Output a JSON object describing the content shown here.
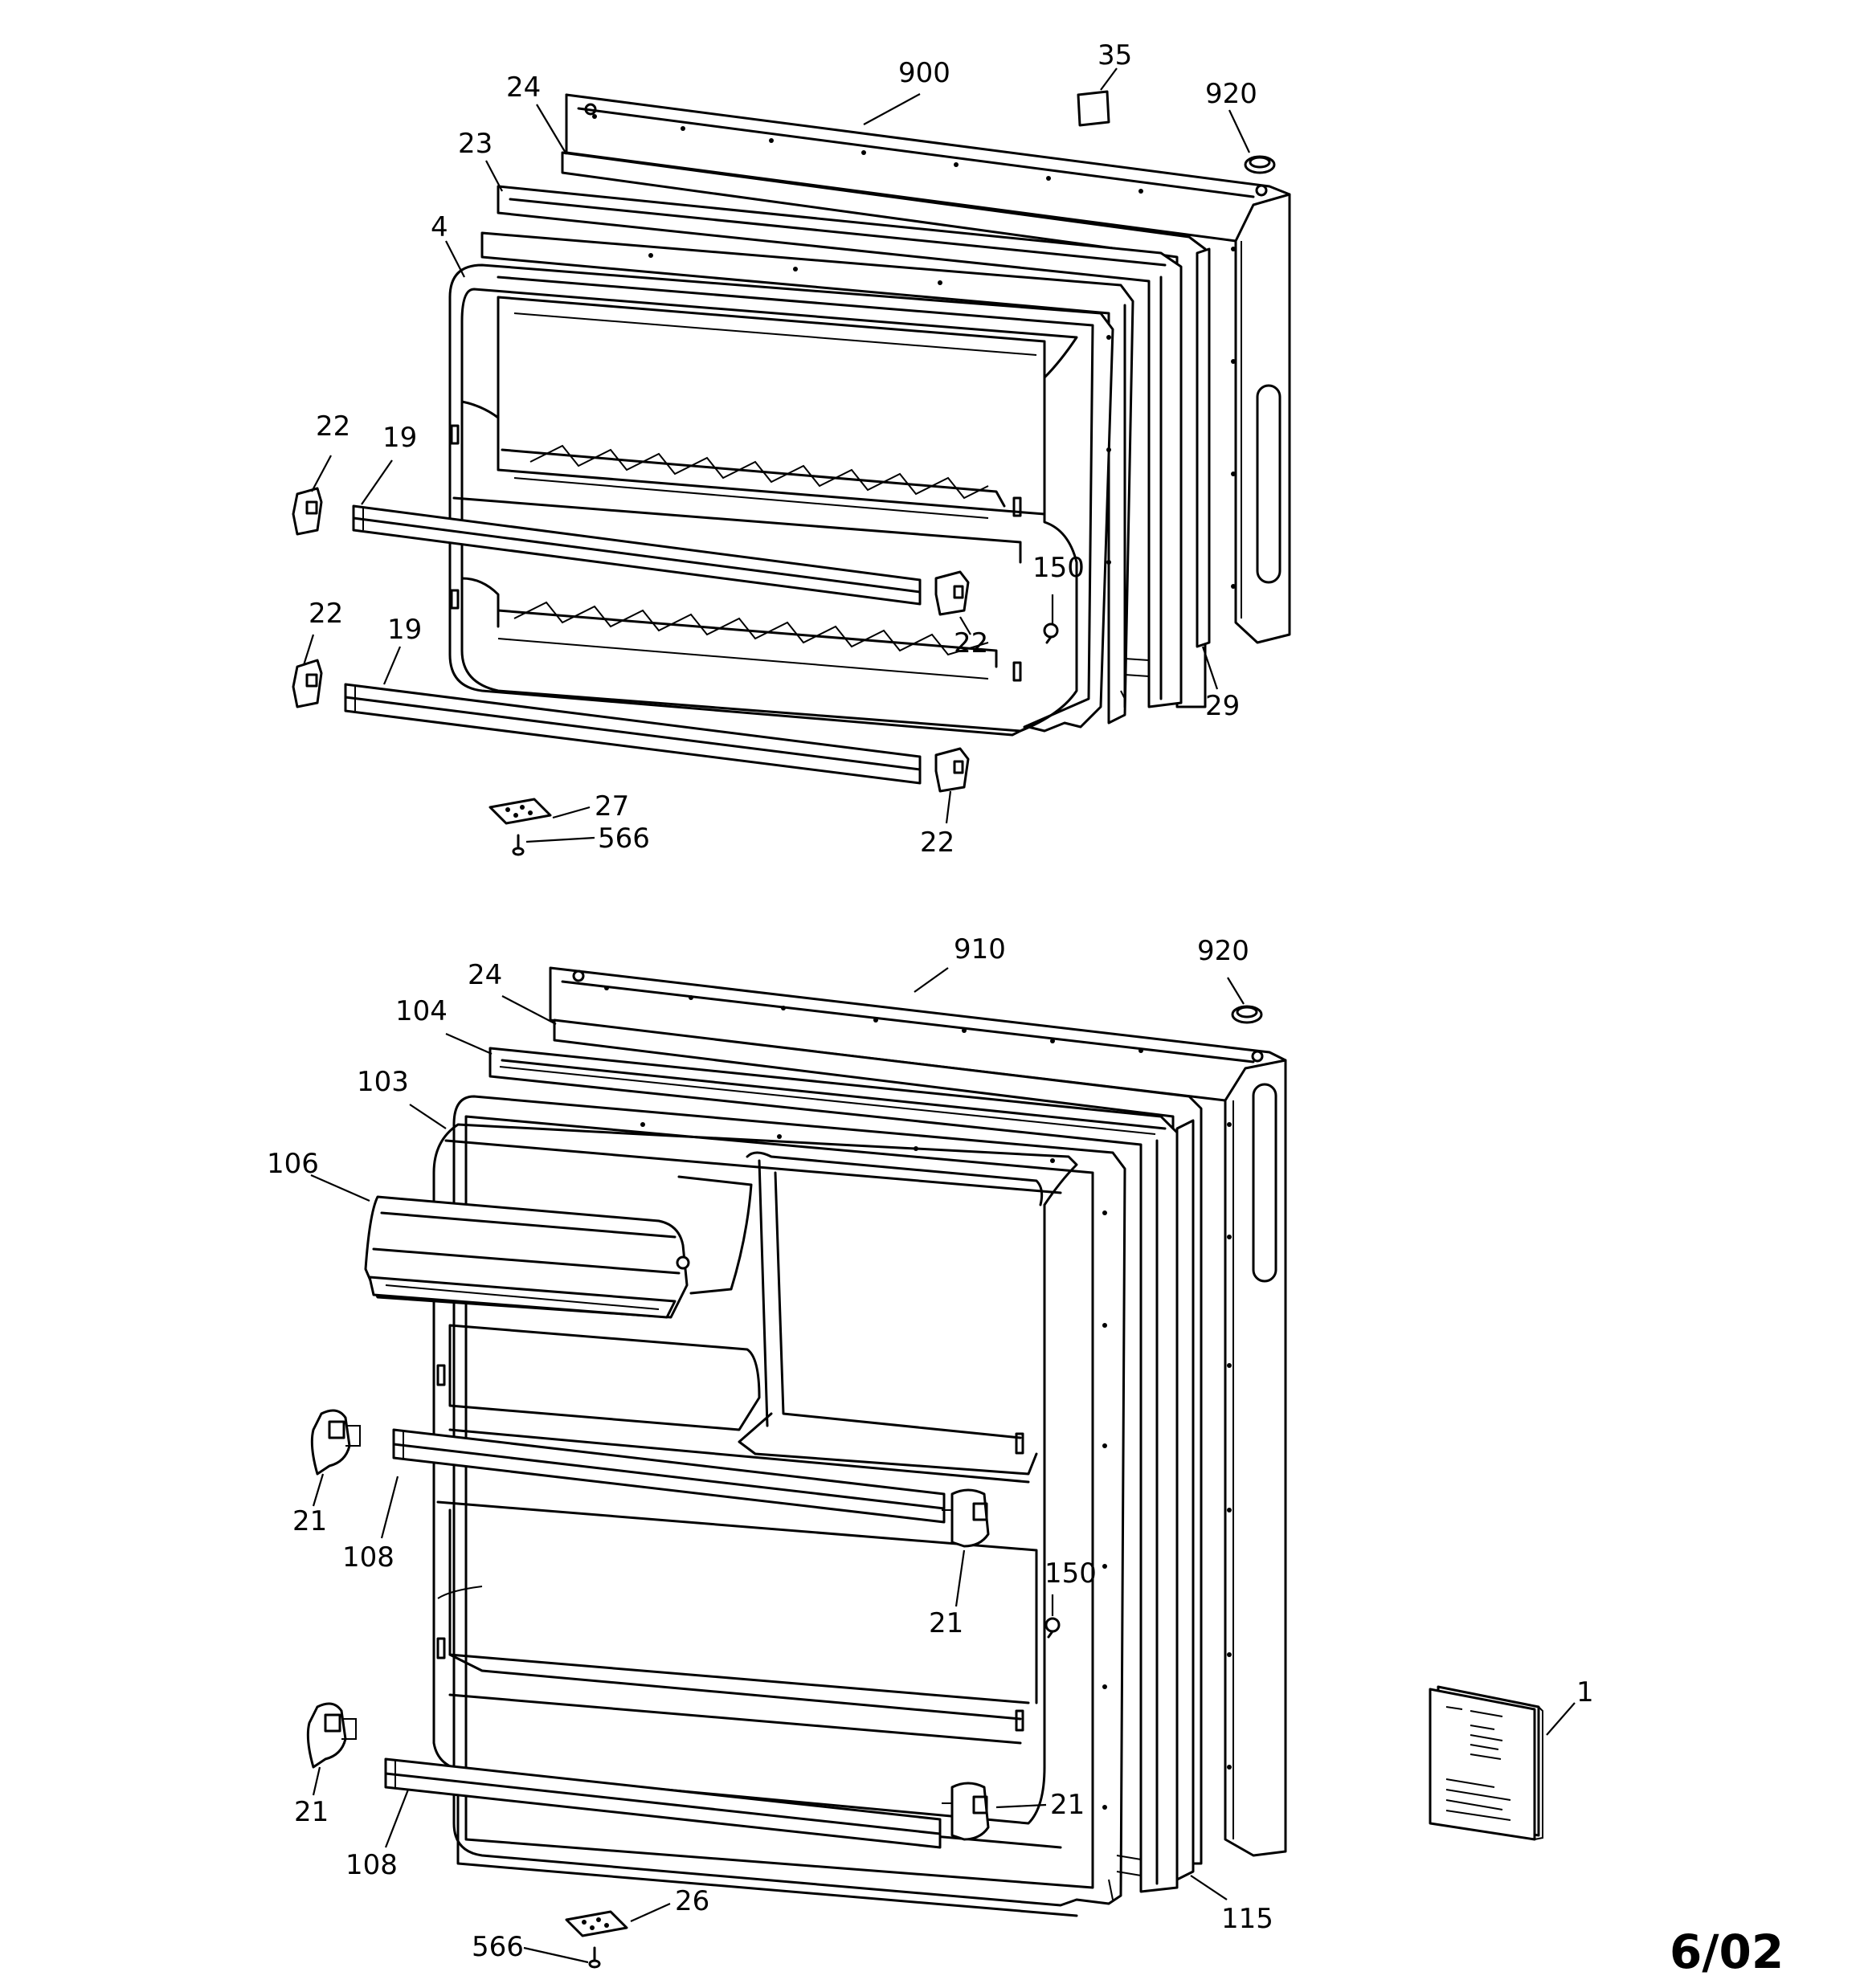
{
  "diagram": {
    "date_stamp": "6/02",
    "callouts": {
      "c900": "900",
      "c35": "35",
      "c920a": "920",
      "c24a": "24",
      "c23": "23",
      "c4": "4",
      "c22a": "22",
      "c19a": "19",
      "c150a": "150",
      "c22b": "22",
      "c22c": "22",
      "c19b": "19",
      "c29": "29",
      "c22d": "22",
      "c27": "27",
      "c566a": "566",
      "c910": "910",
      "c920b": "920",
      "c24b": "24",
      "c104": "104",
      "c103": "103",
      "c106": "106",
      "c21a": "21",
      "c108a": "108",
      "c150b": "150",
      "c21b": "21",
      "c21c": "21",
      "c108b": "108",
      "c21d": "21",
      "c1": "1",
      "c115": "115",
      "c26": "26",
      "c566b": "566"
    }
  }
}
